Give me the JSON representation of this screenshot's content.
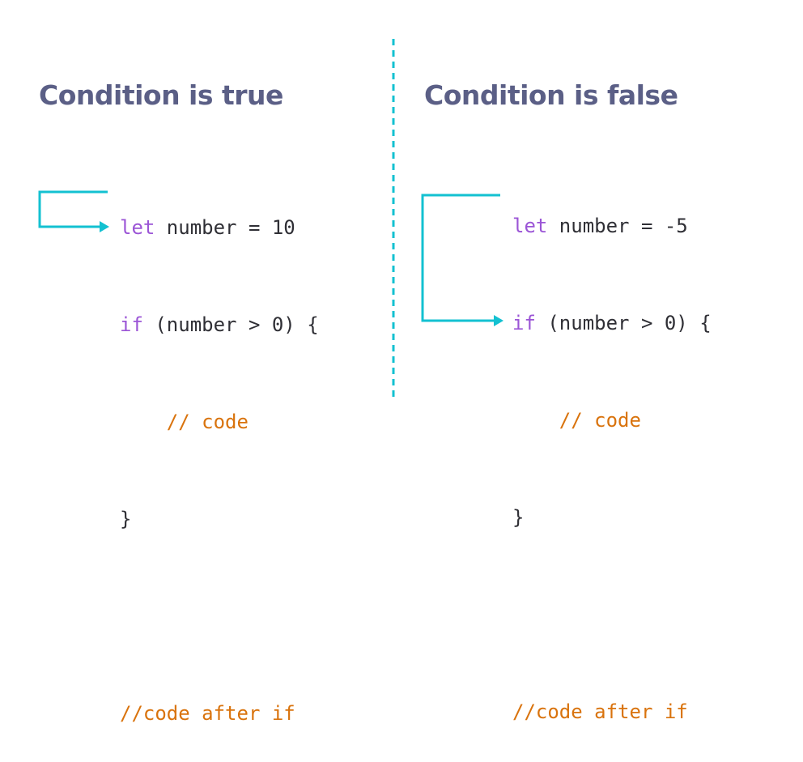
{
  "colors": {
    "title": "#5b5f86",
    "keyword": "#9b55d6",
    "comment": "#d9730d",
    "text": "#2f2f35",
    "arrow": "#13c1d1",
    "divider": "#13c1d1"
  },
  "left": {
    "title": "Condition is true",
    "code": {
      "l1_kw": "let",
      "l1_rest": " number = 10",
      "l2_kw": "if",
      "l2_rest": " (number > 0) {",
      "l3_comment": "    // code",
      "l4": "}",
      "l6_comment": "//code after if"
    }
  },
  "right": {
    "title": "Condition is false",
    "code": {
      "l1_kw": "let",
      "l1_rest": " number = -5",
      "l2_kw": "if",
      "l2_rest": " (number > 0) {",
      "l3_comment": "    // code",
      "l4": "}",
      "l6_comment": "//code after if"
    }
  }
}
